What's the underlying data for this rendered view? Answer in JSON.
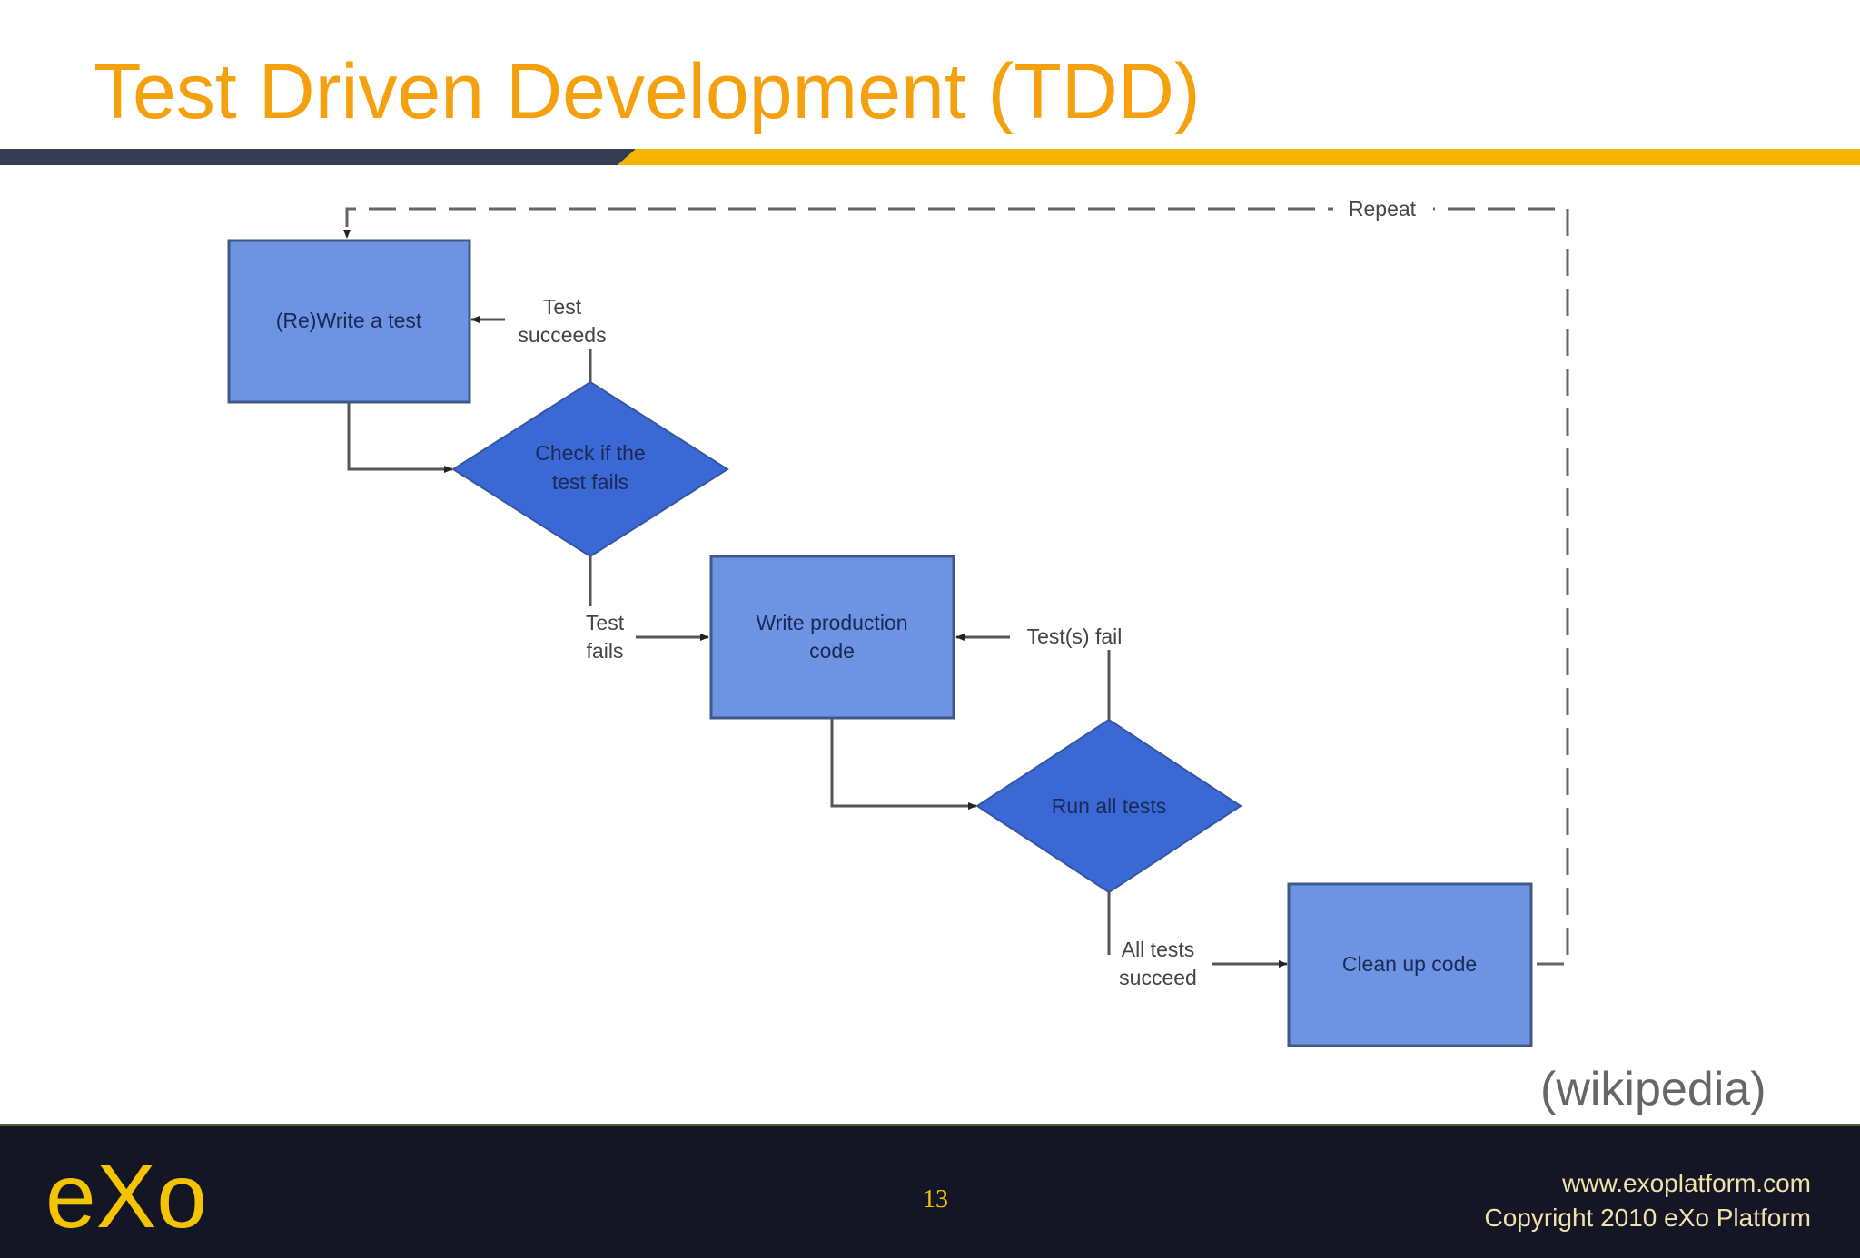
{
  "slide": {
    "title": "Test Driven Development (TDD)",
    "caption": "(wikipedia)",
    "page_number": "13"
  },
  "diagram": {
    "nodes": {
      "write_test": "(Re)Write a test",
      "check_fails_l1": "Check if the",
      "check_fails_l2": "test fails",
      "write_code_l1": "Write production",
      "write_code_l2": "code",
      "run_tests": "Run all tests",
      "clean_up": "Clean up code"
    },
    "edges": {
      "test_succeeds_l1": "Test",
      "test_succeeds_l2": "succeeds",
      "test_fails_l1": "Test",
      "test_fails_l2": "fails",
      "tests_fail": "Test(s) fail",
      "all_succeed_l1": "All tests",
      "all_succeed_l2": "succeed",
      "repeat": "Repeat"
    },
    "colors": {
      "box_fill": "#6d93e3",
      "diamond_fill": "#3a68d4",
      "stroke": "#3f5a8a",
      "connector": "#555555"
    }
  },
  "footer": {
    "logo_text": "eXo",
    "website": "www.exoplatform.com",
    "copyright": "Copyright 2010 eXo Platform"
  },
  "colors": {
    "title": "#f5a00f",
    "accent_bar": "#f5b400",
    "dark_bar": "#2d3748",
    "footer_bg": "#141626"
  }
}
